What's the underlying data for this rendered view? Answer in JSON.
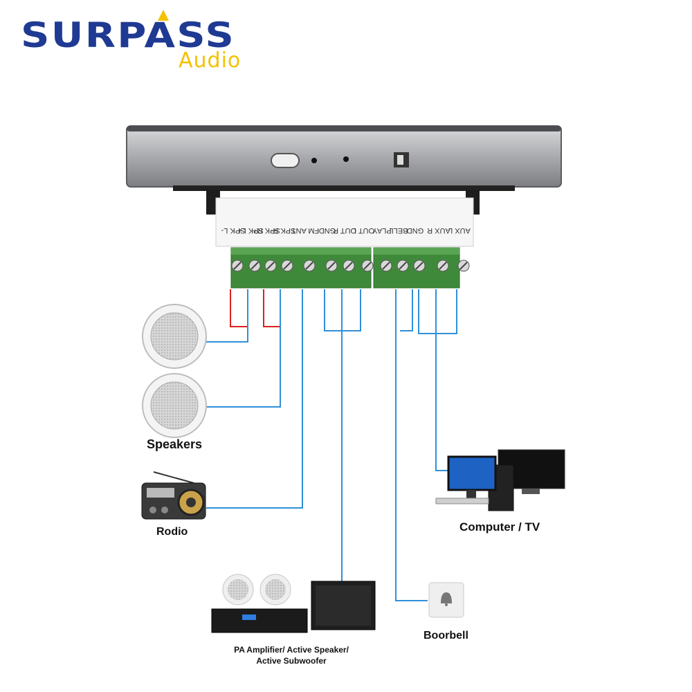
{
  "brand": {
    "name": "SURPASS",
    "sub": "Audio"
  },
  "terminals": [
    "SPK L-",
    "SPK L+",
    "SPK R+",
    "SPK R-",
    "FM ANT",
    "GND",
    "OUT R",
    "OUT L",
    "PLAY",
    "BELL",
    "GND",
    "AUX R",
    "AUX L"
  ],
  "devices": {
    "speakers": "Speakers",
    "radio": "Rodio",
    "computer": "Computer / TV",
    "pa_line1": "PA Amplifier/ Active Speaker/",
    "pa_line2": "Active Subwoofer",
    "doorbell": "Boorbell"
  },
  "colors": {
    "wire": "#2f8fd8",
    "speaker_wire": "#d92020",
    "block": "#3f8a3a",
    "brand_blue": "#1f3a93",
    "brand_yellow": "#f2c200"
  }
}
